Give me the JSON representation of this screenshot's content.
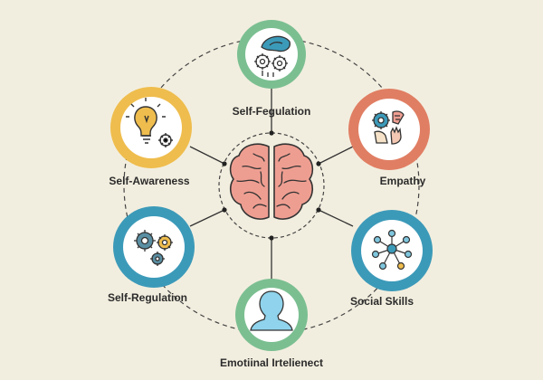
{
  "nodes": {
    "top": {
      "label": "Self-Fegulation",
      "icon": "brain-gears-icon",
      "ring_color": "#7bbf91"
    },
    "upper_left": {
      "label": "Self-Awareness",
      "icon": "lightbulb-gear-icon",
      "ring_color": "#efbd4d"
    },
    "upper_right": {
      "label": "Empathy",
      "icon": "hands-gear-icon",
      "ring_color": "#e07e63"
    },
    "lower_left": {
      "label": "Self-Regulation",
      "icon": "gears-icon",
      "ring_color": "#3c9ab9"
    },
    "lower_right": {
      "label": "Social Skills",
      "icon": "network-icon",
      "ring_color": "#3c9ab9"
    },
    "bottom": {
      "label": "Emotiinal Irtelienect",
      "icon": "person-icon",
      "ring_color": "#7bbf91"
    }
  },
  "center": {
    "icon": "brain-icon",
    "brain_color": "#ee9e91"
  },
  "colors": {
    "background": "#f2eedf",
    "outline": "#333333",
    "node_fill": "#ffffff"
  }
}
